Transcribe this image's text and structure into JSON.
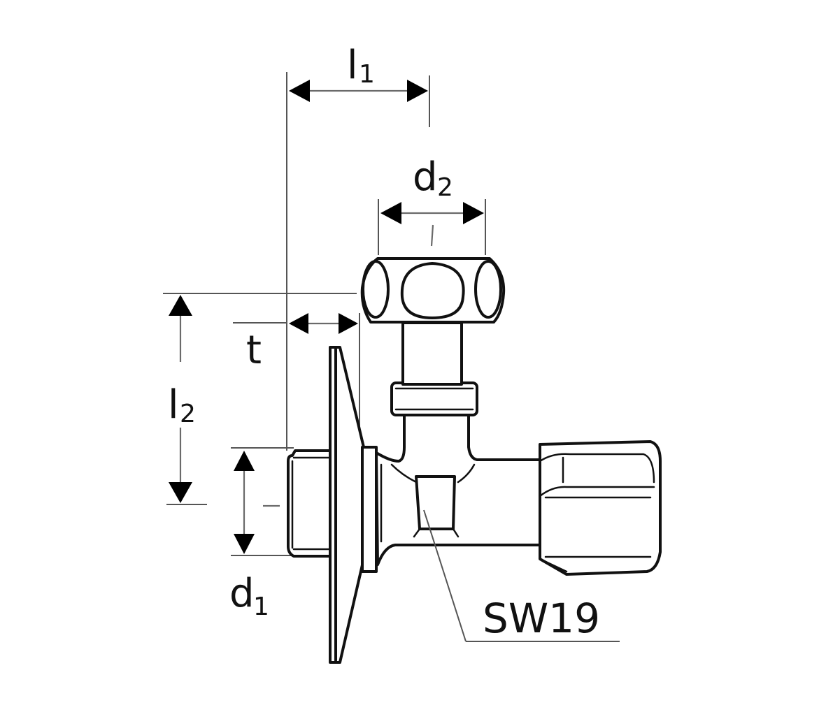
{
  "drawing": {
    "subject": "angle valve with wall rosette",
    "colors": {
      "line": "#111111",
      "dimension": "#6a6a6a",
      "background": "#ffffff"
    }
  },
  "dimensions": {
    "l1": {
      "main": "l",
      "sub": "1"
    },
    "d2": {
      "main": "d",
      "sub": "2"
    },
    "t": {
      "main": "t"
    },
    "l2": {
      "main": "l",
      "sub": "2"
    },
    "d1": {
      "main": "d",
      "sub": "1"
    }
  },
  "callout": {
    "label": "SW19"
  }
}
